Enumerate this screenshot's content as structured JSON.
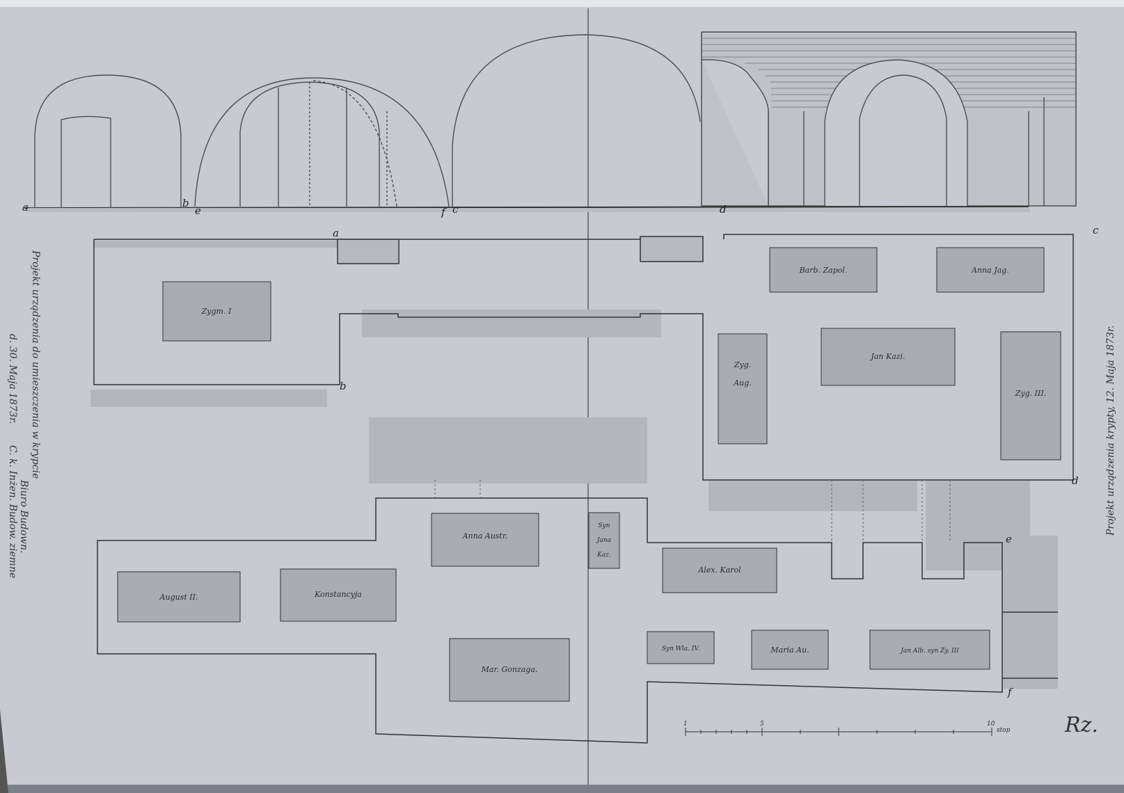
{
  "section_letters": {
    "a1": "a",
    "b1": "b",
    "e1": "e",
    "f1": "f",
    "c1": "c",
    "d1": "d"
  },
  "plan_letters": {
    "a": "a",
    "b": "b",
    "c": "c",
    "d": "d",
    "e": "e",
    "f": "f"
  },
  "coffins": {
    "zygm1": "Zygm. I",
    "barb": "Barb. Zapol.",
    "anna_jag": "Anna Jag.",
    "zyg_aug_1": "Zyg.",
    "zyg_aug_2": "Aug.",
    "jan_kazi": "Jan Kazi.",
    "zyg3": "Zyg. III.",
    "anna_austr": "Anna Austr.",
    "syn_1": "Syn",
    "syn_2": "Jana",
    "syn_3": "Kaz.",
    "august2": "August II.",
    "konstancyja": "Konstancyja",
    "alex_karol": "Alex. Karol",
    "syn_wla": "Syn Wla. IV.",
    "maria": "Maria Au.",
    "jan_alb": "Jan Alb. syn Zy. III",
    "mar_gonzaga": "Mar. Gonzaga."
  },
  "scale": {
    "t0": "1",
    "t5": "5",
    "t10": "10",
    "unit": "stop"
  },
  "notes": {
    "left_1": "Projekt urządzenia do umieszczenia w krypcie",
    "left_2": "Biuro Budown.",
    "left_3": "d. 30. Maja 1873r.",
    "left_4": "C. k. Inżen. Budow. ziemne",
    "right_1": "Projekt urządzenia krypty, 12. Maja 1873r.",
    "signature": "Rz."
  }
}
